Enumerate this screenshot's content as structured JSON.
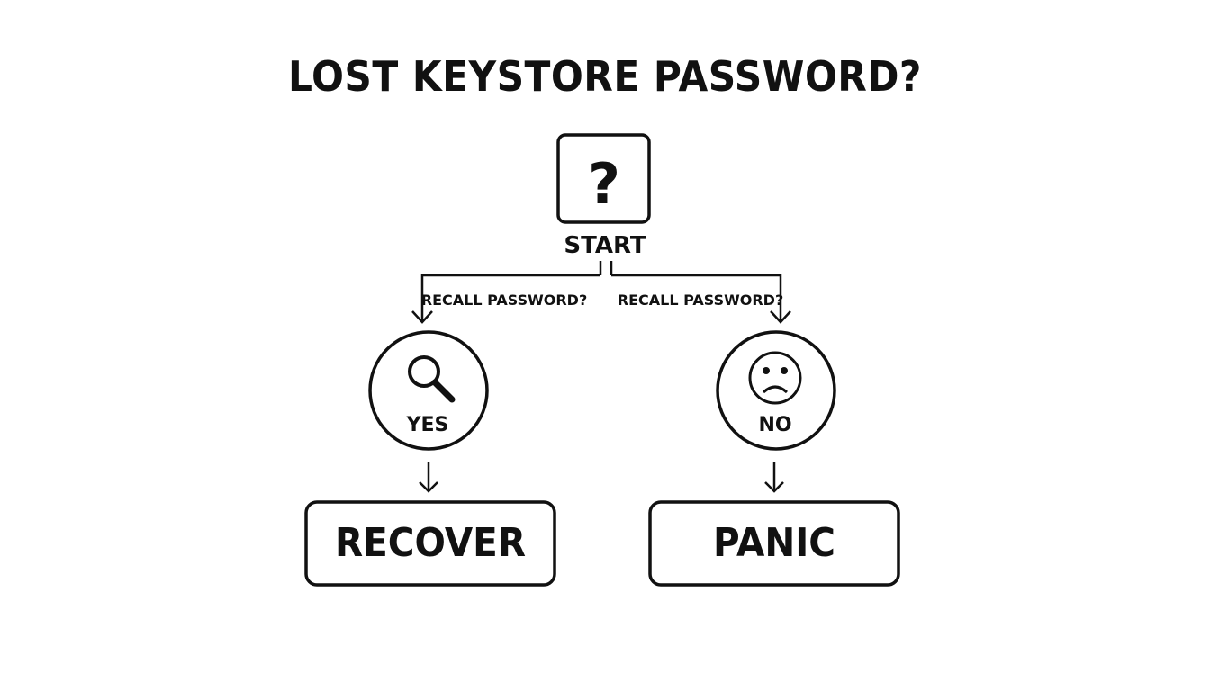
{
  "title": "LOST KEYSTORE PASSWORD?",
  "start": {
    "label": "START",
    "icon": "question-mark-icon",
    "glyph": "?"
  },
  "branches": [
    {
      "condition": "RECALL PASSWORD?",
      "answer": "YES",
      "icon": "magnifier-icon",
      "outcome": "RECOVER"
    },
    {
      "condition": "RECALL PASSWORD?",
      "answer": "NO",
      "icon": "sad-face-icon",
      "outcome": "PANIC"
    }
  ],
  "colors": {
    "stroke": "#111111",
    "background": "#ffffff"
  }
}
